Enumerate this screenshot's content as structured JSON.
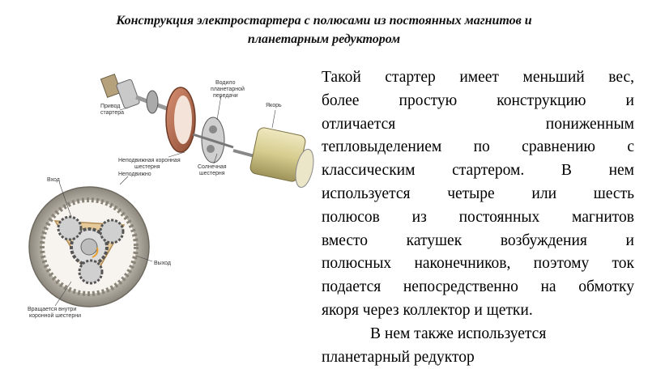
{
  "title": {
    "line1": "Конструкция электростартера с полюсами из постоянных магнитов и",
    "line2": "планетарным редуктором"
  },
  "illustration": {
    "labels": {
      "privod": "Привод",
      "startera": "стартера",
      "vodilo": "Водило",
      "planetarnoy": "планетарной",
      "peredachi": "передачи",
      "yakor": "Якорь",
      "nepodv_koron": "Неподвижная коронная",
      "shesternya": "шестерня",
      "solnechnaya": "Солнечная",
      "shesternya2": "шестерня",
      "nepodvizhno": "Неподвижно",
      "vhod": "Вход",
      "vyhod": "Выход",
      "vrashaetsya": "Вращается внутри",
      "koronnoy": "коронной шестерни"
    },
    "colors": {
      "ring": "#b86a4a",
      "metal": "#b9b9b9",
      "armature": "#d8cf9a",
      "arrow": "#e8a030"
    }
  },
  "body": {
    "lines": [
      "Такой стартер имеет меньший вес,",
      "более простую конструкцию и",
      "отличается пониженным",
      "тепловыделением по сравнению с",
      "классическим стартером. В нем",
      "используется  четыре или шесть",
      "полюсов из постоянных магнитов",
      "вместо катушек возбуждения и",
      "полюсных наконечников, поэтому ток",
      "подается непосредственно на обмотку",
      "якоря  через коллектор и щетки."
    ],
    "line12": "В нем также используется",
    "line13": "планетарный редуктор"
  }
}
